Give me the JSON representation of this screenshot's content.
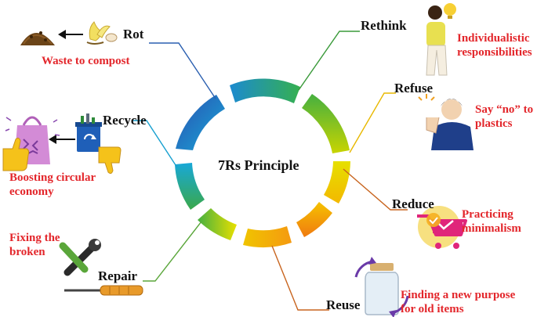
{
  "center": {
    "title": "7Rs Principle"
  },
  "principles": [
    {
      "id": "rethink",
      "name": "Rethink",
      "description": [
        "Individualistic",
        "responsibilities"
      ],
      "icon": "thinking-person-lightbulb-icon",
      "color": "#3a9a3a"
    },
    {
      "id": "refuse",
      "name": "Refuse",
      "description": [
        "Say “no” to",
        "plastics"
      ],
      "icon": "person-refusing-hand-icon",
      "color": "#e8b800"
    },
    {
      "id": "reduce",
      "name": "Reduce",
      "description": [
        "Practicing",
        "minimalism"
      ],
      "icon": "shopping-cart-icon",
      "color": "#c8641e"
    },
    {
      "id": "reuse",
      "name": "Reuse",
      "description": [
        "Finding a new purpose",
        "for old items"
      ],
      "icon": "glass-jar-icon",
      "color": "#c8641e"
    },
    {
      "id": "repair",
      "name": "Repair",
      "description": [
        "Fixing the",
        "broken"
      ],
      "icon": "wrench-screwdriver-icon",
      "color": "#5aa63a"
    },
    {
      "id": "recycle",
      "name": "Recycle",
      "description": [
        "Boosting circular",
        "economy"
      ],
      "icon": "recycle-bin-icon",
      "color": "#1aa0c8"
    },
    {
      "id": "rot",
      "name": "Rot",
      "description": [
        "Waste to compost"
      ],
      "icon": "banana-peel-eggshell-icon",
      "color": "#2a5fb0"
    }
  ],
  "colors": {
    "description_text": "#e3262b",
    "ring_gradient": [
      "#1f5fb8",
      "#18a0d0",
      "#3aa84a",
      "#c8d800",
      "#f2c200",
      "#f07a10"
    ]
  }
}
